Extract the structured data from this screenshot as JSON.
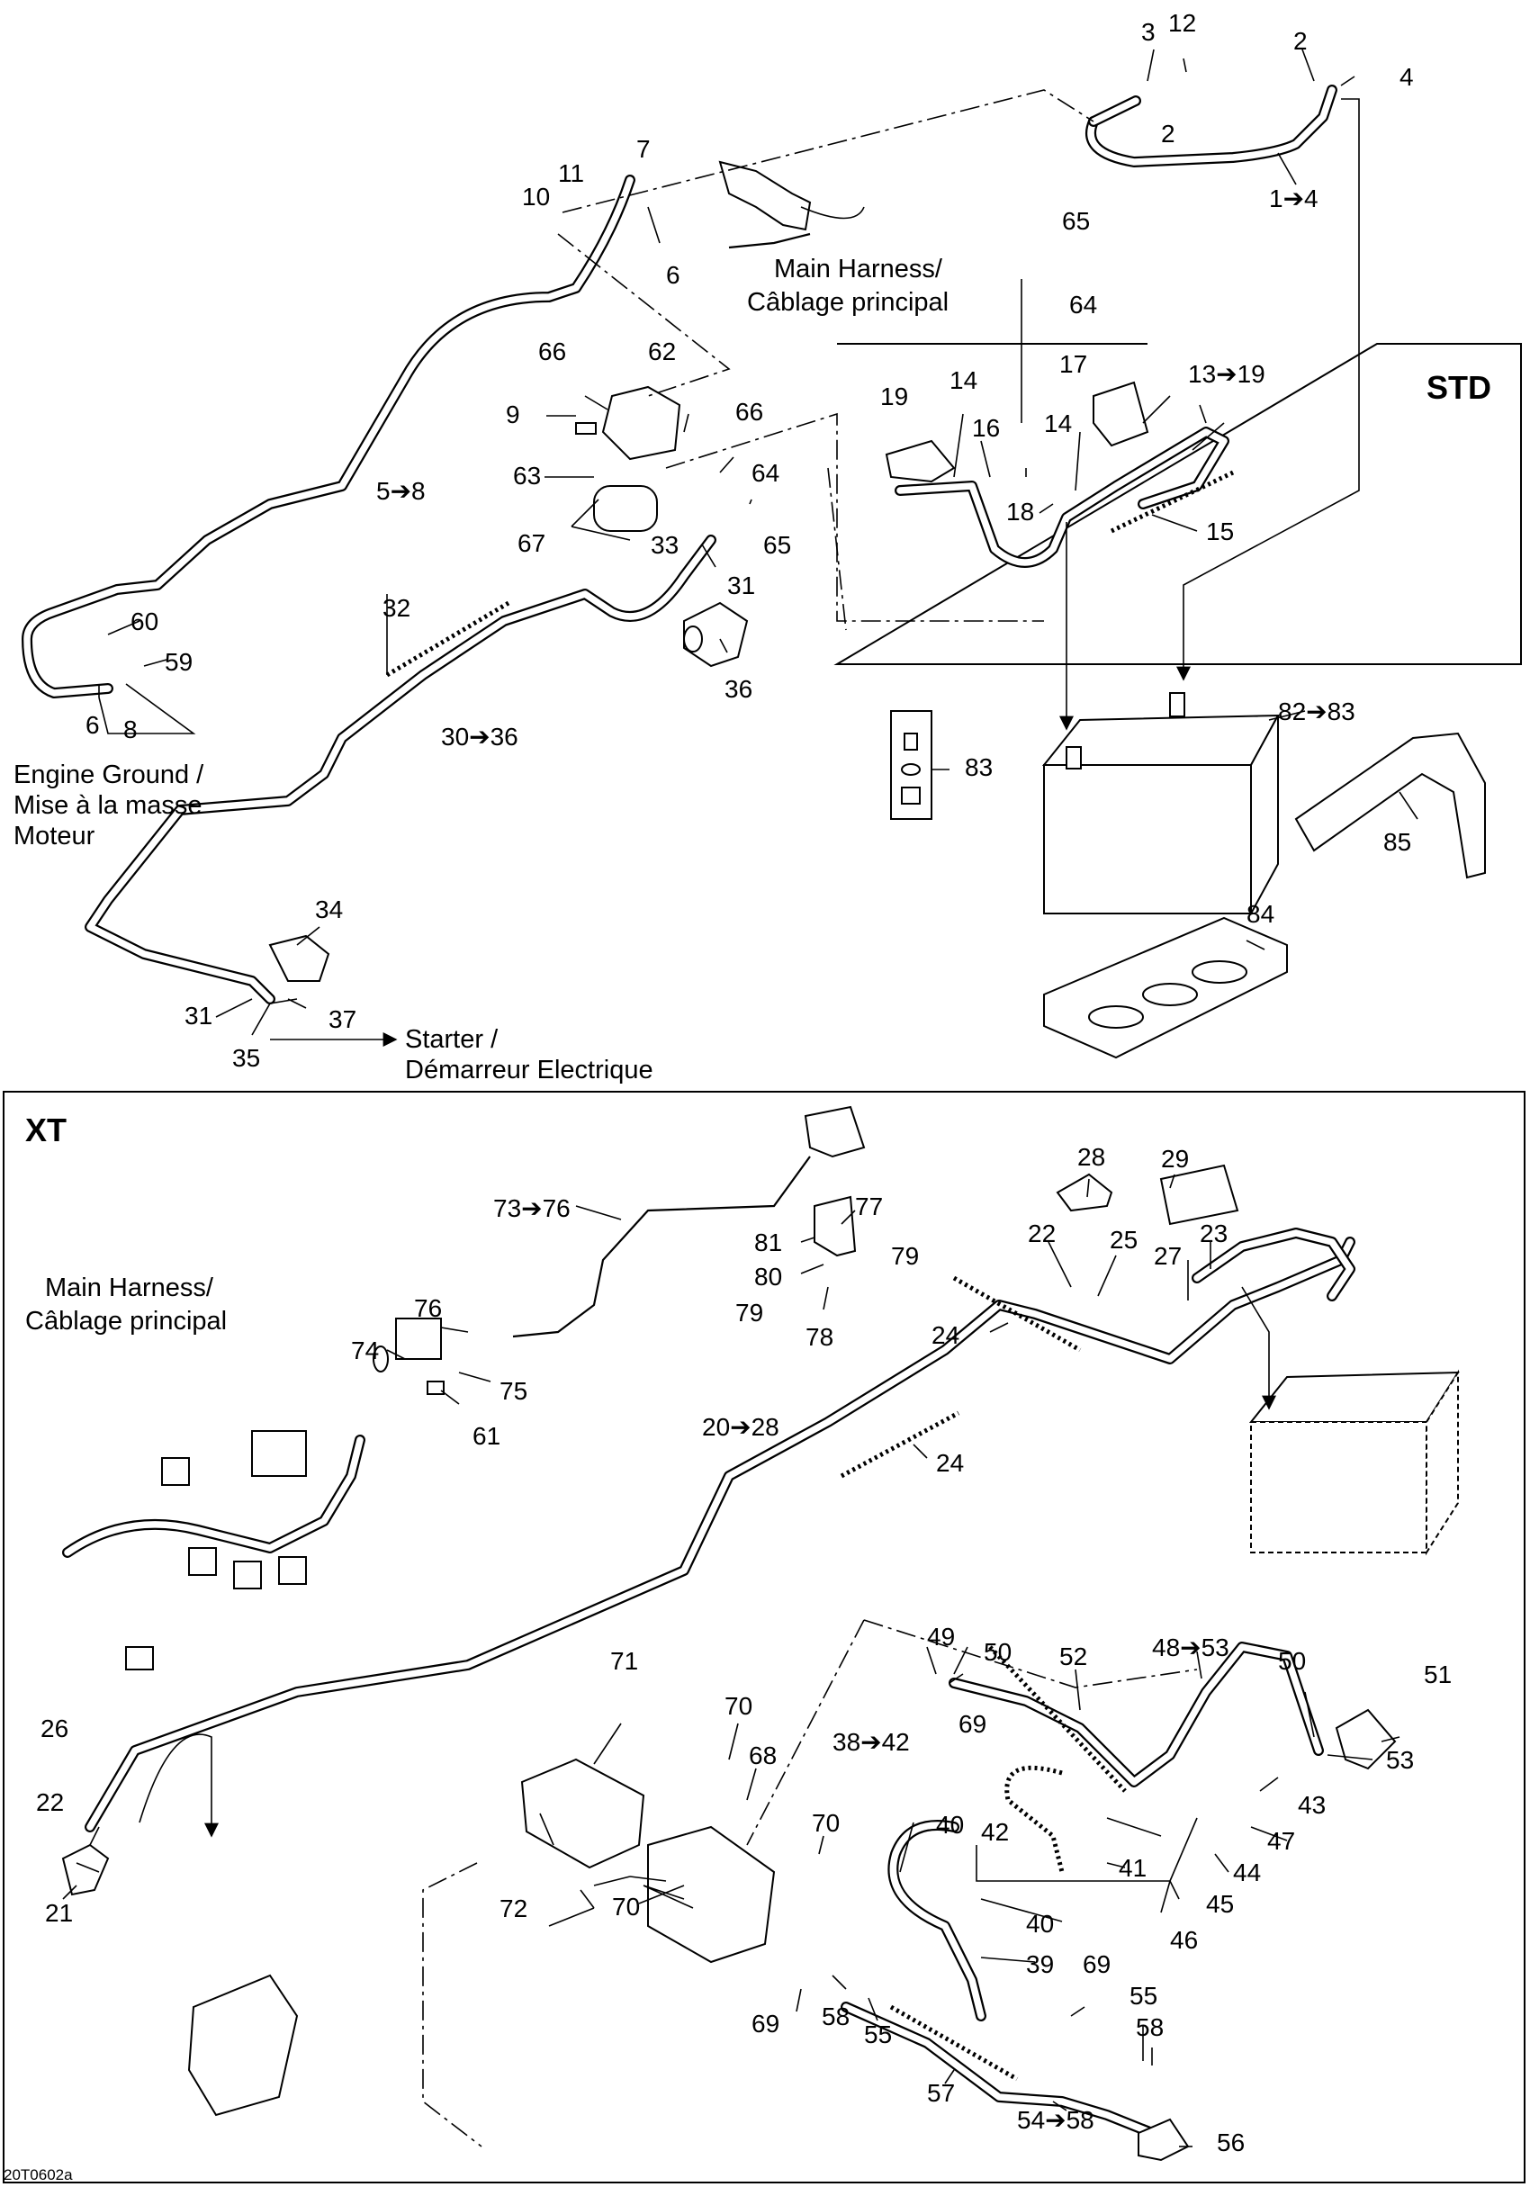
{
  "labels": {
    "std_box": "STD",
    "xt_box": "XT",
    "main_harness_top": [
      "Main Harness/",
      "Câblage principal"
    ],
    "main_harness_xt": [
      "Main Harness/",
      "Câblage principal"
    ],
    "engine_ground": [
      "Engine Ground /",
      "Mise à la masse",
      "Moteur"
    ],
    "starter": [
      "Starter /",
      "Démarreur Electrique"
    ],
    "figure_code": "20T0602a"
  },
  "callouts": {
    "c3": "3",
    "c12": "12",
    "c2a": "2",
    "c2b": "2",
    "c4": "4",
    "c1_4": "1➔4",
    "c7": "7",
    "c11": "11",
    "c10": "10",
    "c6a": "6",
    "c65a": "65",
    "c64a": "64",
    "c66a": "66",
    "c62": "62",
    "c9": "9",
    "c66b": "66",
    "c63": "63",
    "c64b": "64",
    "c67": "67",
    "c33": "33",
    "c65b": "65",
    "c31a": "31",
    "c5_8": "5➔8",
    "c60": "60",
    "c59": "59",
    "c6b": "6",
    "c8": "8",
    "c32": "32",
    "c30_36": "30➔36",
    "c36": "36",
    "c34": "34",
    "c31b": "31",
    "c37": "37",
    "c35": "35",
    "c17": "17",
    "c13_19": "13➔19",
    "c19": "19",
    "c14a": "14",
    "c16": "16",
    "c14b": "14",
    "c18": "18",
    "c15": "15",
    "c82_83": "82➔83",
    "c83": "83",
    "c85": "85",
    "c84": "84",
    "c28": "28",
    "c29": "29",
    "c73_76": "73➔76",
    "c77": "77",
    "c81": "81",
    "c80": "80",
    "c79a": "79",
    "c79b": "79",
    "c78": "78",
    "c22a": "22",
    "c25": "25",
    "c23": "23",
    "c27": "27",
    "c24a": "24",
    "c76": "76",
    "c74": "74",
    "c75": "75",
    "c61": "61",
    "c20_28": "20➔28",
    "c24b": "24",
    "c49": "49",
    "c50a": "50",
    "c52": "52",
    "c48_53": "48➔53",
    "c50b": "50",
    "c51": "51",
    "c53": "53",
    "c71": "71",
    "c70a": "70",
    "c68": "68",
    "c69a": "69",
    "c38_42": "38➔42",
    "c70b": "70",
    "c40a": "40",
    "c42": "42",
    "c41": "41",
    "c43": "43",
    "c47": "47",
    "c44": "44",
    "c45": "45",
    "c46": "46",
    "c40b": "40",
    "c39": "39",
    "c72": "72",
    "c70c": "70",
    "c69b": "69",
    "c58a": "58",
    "c55a": "55",
    "c69c": "69",
    "c55b": "55",
    "c58b": "58",
    "c57": "57",
    "c54_58": "54➔58",
    "c56": "56",
    "c26": "26",
    "c22b": "22",
    "c21": "21"
  }
}
